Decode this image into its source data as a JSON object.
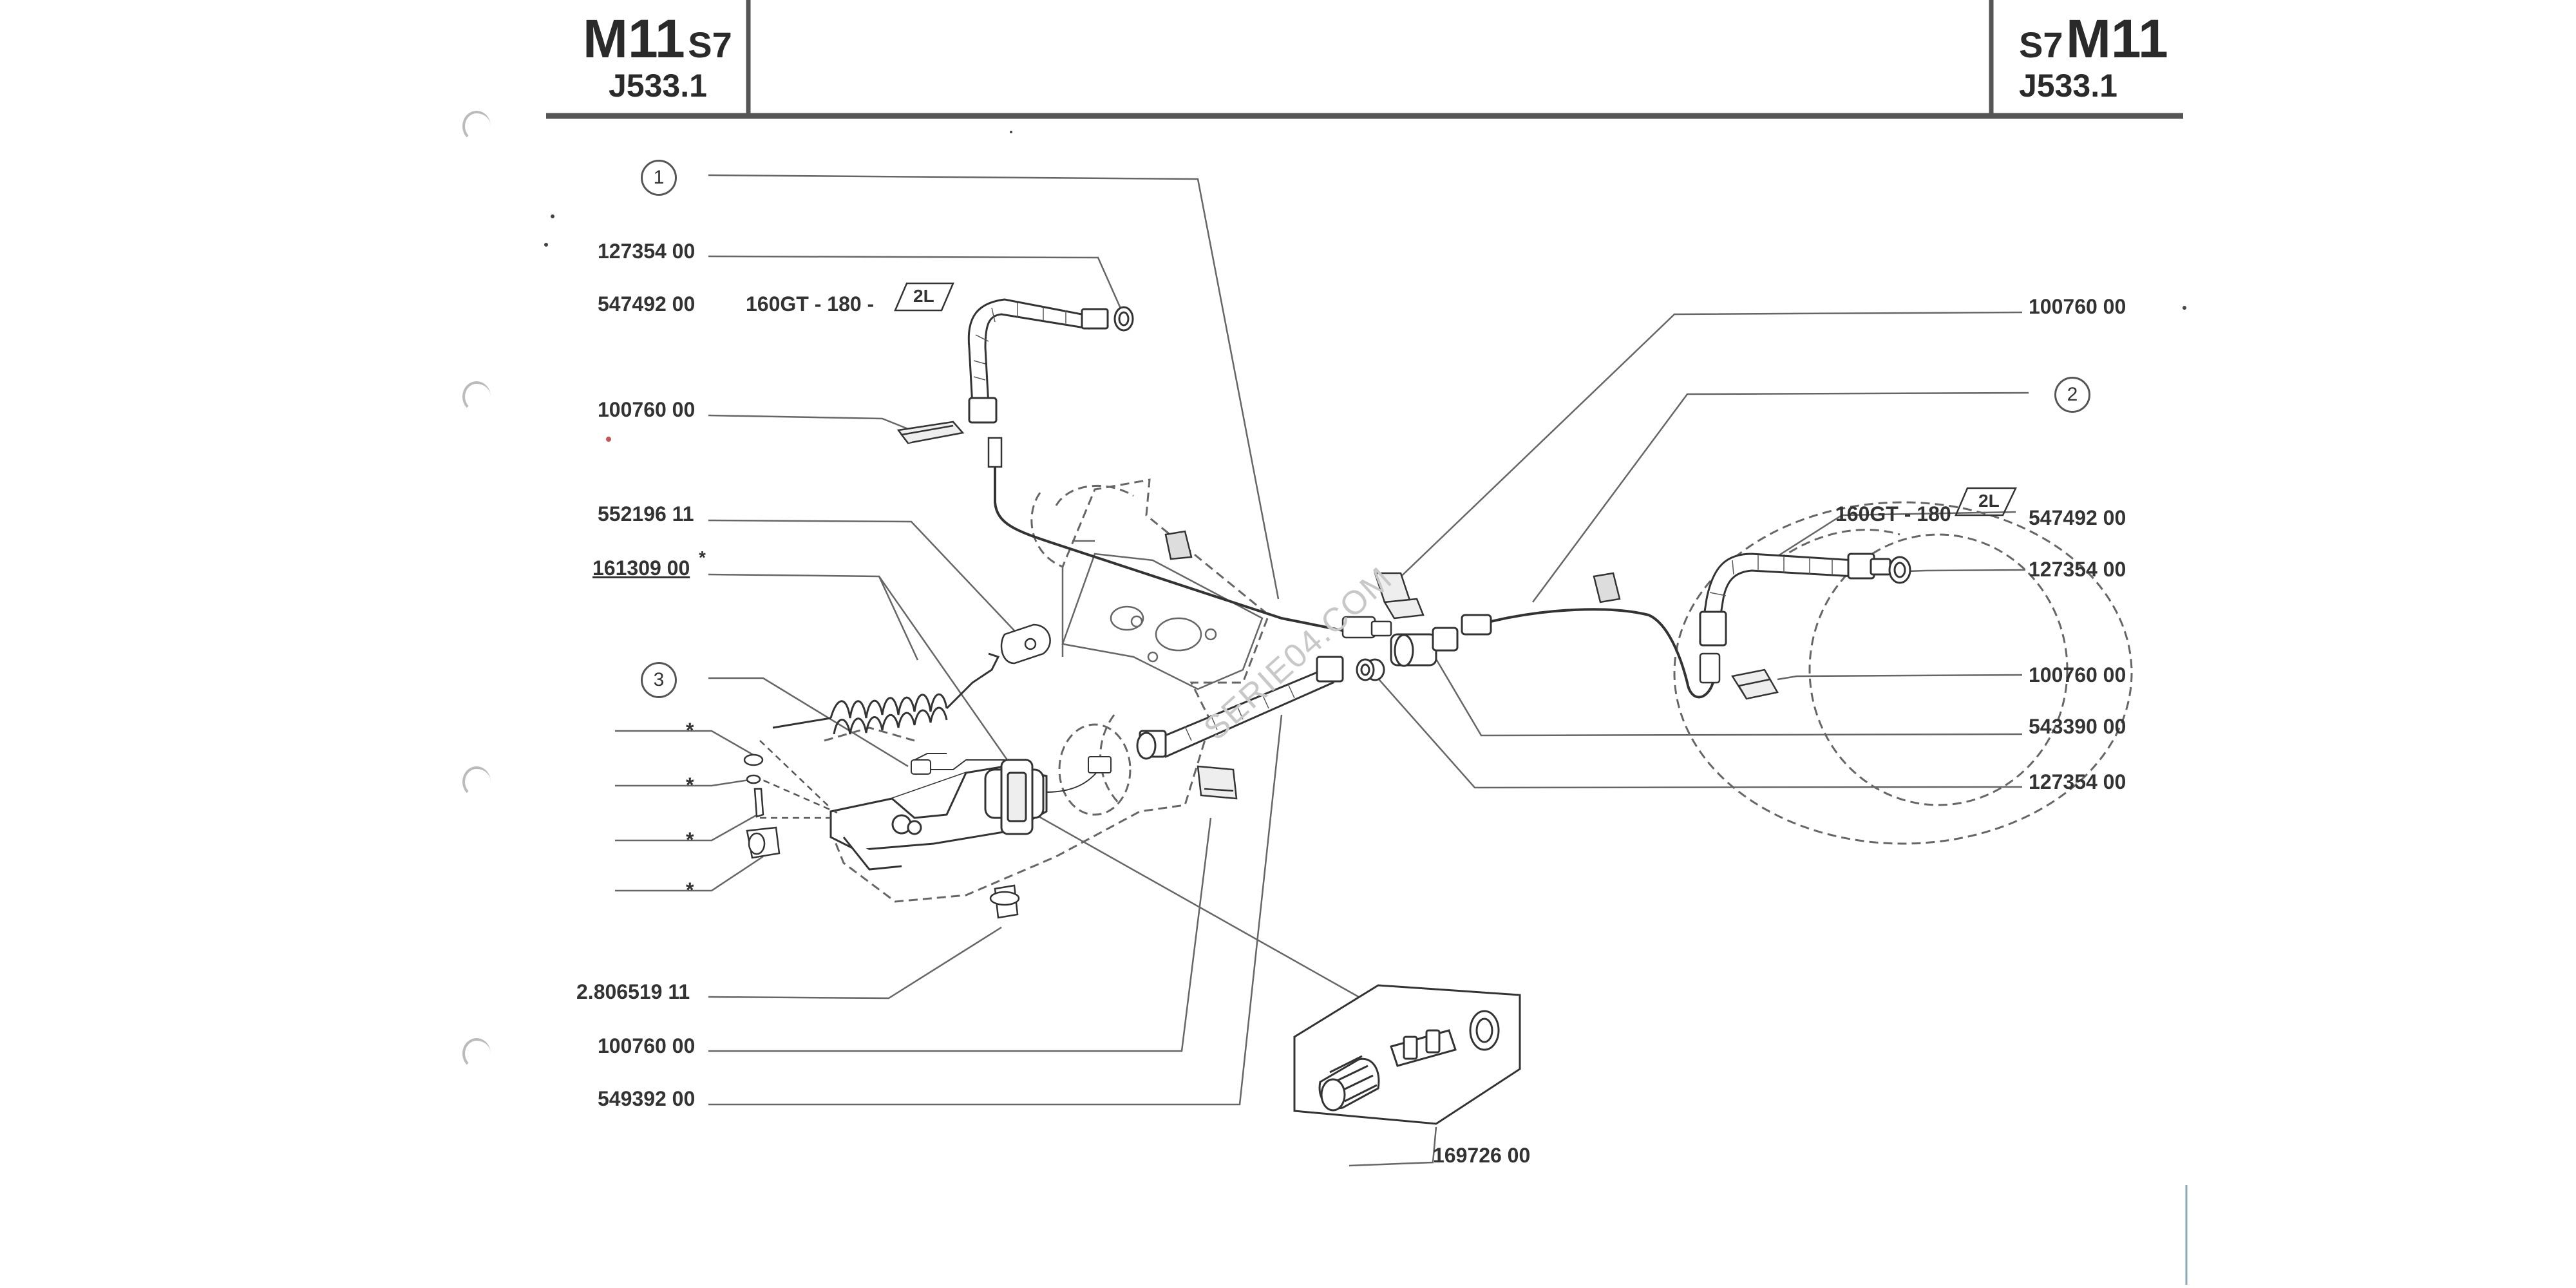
{
  "header": {
    "left": {
      "model": "M11",
      "suffix": "S7",
      "ref": "J533.1"
    },
    "right": {
      "prefix": "S7",
      "model": "M11",
      "ref": "J533.1"
    }
  },
  "callouts": {
    "c1": "1",
    "c2": "2",
    "c3": "3"
  },
  "left_labels": {
    "l_127354": "127354 00",
    "l_547492": "547492 00",
    "l_160gt": "160GT - 180 -",
    "l_2l": "2L",
    "l_100760_a": "100760 00",
    "l_552196": "552196 11",
    "l_161309": "161309 00",
    "l_star_mark": "*",
    "l_star1": "*",
    "l_star2": "*",
    "l_star3": "*",
    "l_star4": "*",
    "l_806519": "2.806519 11",
    "l_100760_b": "100760 00",
    "l_549392": "549392 00",
    "l_169726": "169726 00"
  },
  "right_labels": {
    "r_100760_top": "100760 00",
    "r_160gt": "160GT - 180",
    "r_2l": "2L",
    "r_547492": "547492 00",
    "r_127354_a": "127354 00",
    "r_100760_b": "100760 00",
    "r_543390": "543390 00",
    "r_127354_b": "127354 00"
  },
  "watermark": "SERIE04.COM",
  "colors": {
    "ink": "#333333",
    "light_ink": "#7a7a7a",
    "dash": "#666666",
    "header_rule": "#555555"
  }
}
